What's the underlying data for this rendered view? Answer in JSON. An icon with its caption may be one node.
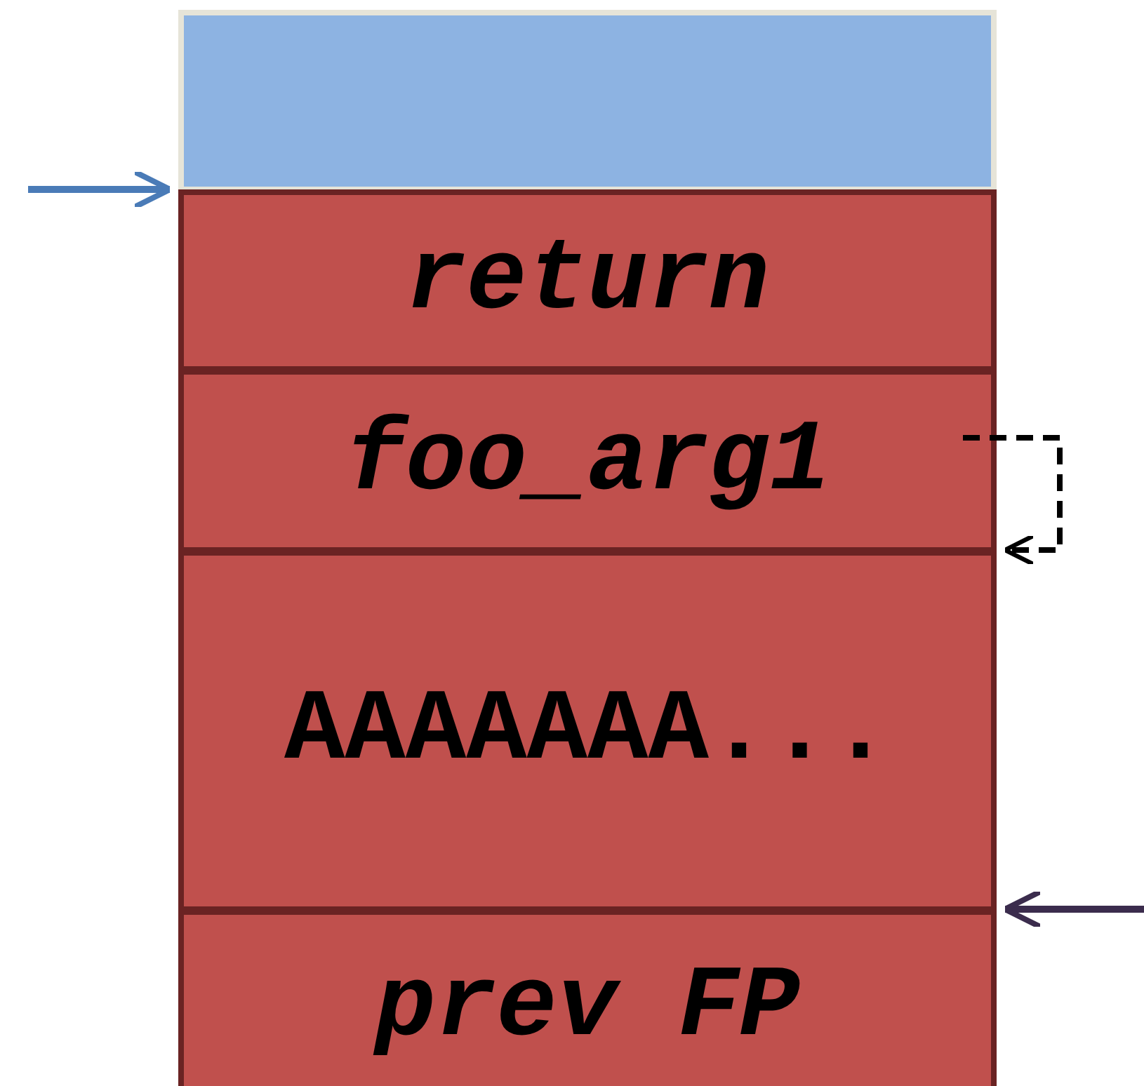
{
  "diagram": {
    "nodes": [
      {
        "text": [],
        "shape": "box"
      },
      {
        "text": [
          "return"
        ]
      },
      {
        "text": [
          "foo_arg1"
        ]
      },
      {
        "text": [
          "AAAAAAA..."
        ]
      },
      {
        "text": [
          "prev FP"
        ]
      }
    ],
    "edges": [
      {
        "from": null,
        "to": 1,
        "arrow": "to",
        "color": "#4a7bb7"
      },
      {
        "from": 2,
        "to": 3,
        "arrow": "to",
        "style": "dashed",
        "color": "#000000"
      },
      {
        "from": null,
        "to": 4,
        "arrow": "to",
        "color": "#3b2c4d"
      }
    ]
  }
}
